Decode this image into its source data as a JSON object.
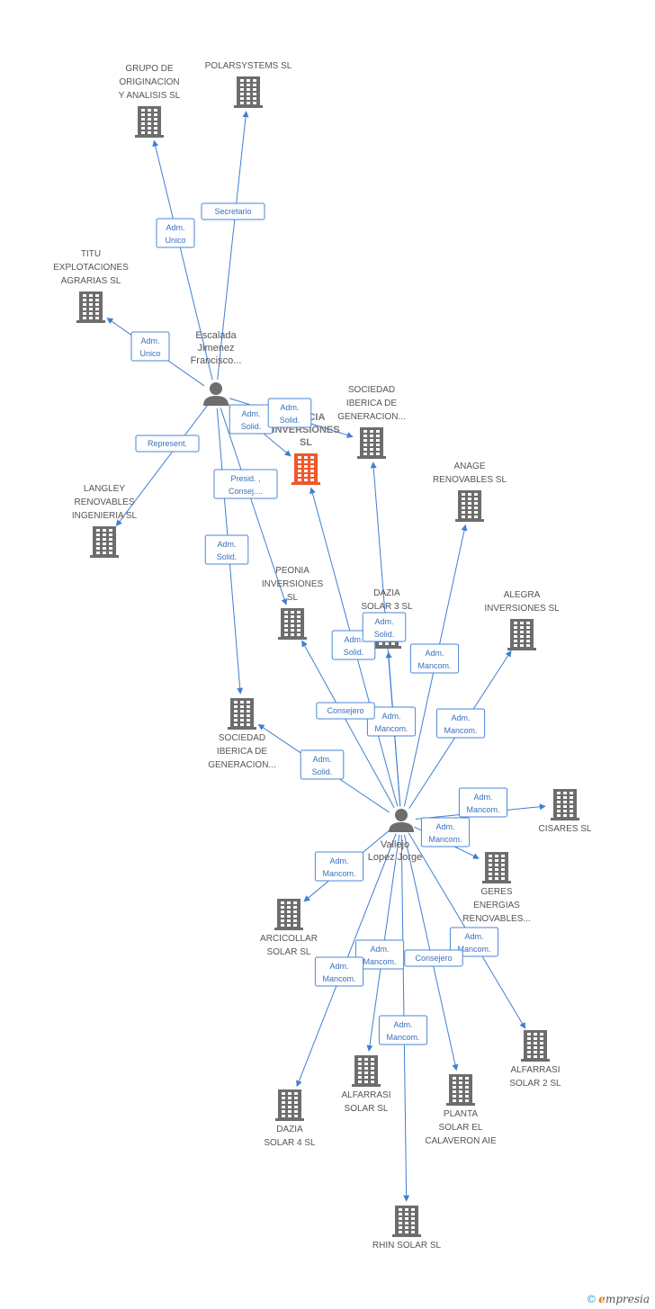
{
  "colors": {
    "edge": "#3e7fd4",
    "building": "#6d6d6d",
    "building_main": "#f0582a",
    "person": "#6d6d6d"
  },
  "people": [
    {
      "id": "p1",
      "lines": [
        "Escalada",
        "Jimenez",
        "Francisco..."
      ]
    },
    {
      "id": "p2",
      "lines": [
        "Vallejo",
        "Lopez Jorge"
      ]
    }
  ],
  "companies": [
    {
      "id": "grupo",
      "lines": [
        "GRUPO DE",
        "ORIGINACION",
        "Y ANALISIS SL"
      ]
    },
    {
      "id": "polar",
      "lines": [
        "POLARSYSTEMS SL"
      ]
    },
    {
      "id": "titu",
      "lines": [
        "TITU",
        "EXPLOTACIONES",
        "AGRARIAS SL"
      ]
    },
    {
      "id": "acacia",
      "lines": [
        "ACACIA",
        "INVERSIONES",
        "SL"
      ],
      "main": true
    },
    {
      "id": "sig1",
      "lines": [
        "SOCIEDAD",
        "IBERICA DE",
        "GENERACION..."
      ]
    },
    {
      "id": "anage",
      "lines": [
        "ANAGE",
        "RENOVABLES SL"
      ]
    },
    {
      "id": "langley",
      "lines": [
        "LANGLEY",
        "RENOVABLES",
        "INGENIERIA SL"
      ]
    },
    {
      "id": "peonia",
      "lines": [
        "PEONIA",
        "INVERSIONES",
        "SL"
      ]
    },
    {
      "id": "dazia3",
      "lines": [
        "DAZIA",
        "SOLAR 3 SL"
      ]
    },
    {
      "id": "alegra",
      "lines": [
        "ALEGRA",
        "INVERSIONES SL"
      ]
    },
    {
      "id": "sig2",
      "lines": [
        "SOCIEDAD",
        "IBERICA DE",
        "GENERACION..."
      ]
    },
    {
      "id": "cisares",
      "lines": [
        "CISARES SL"
      ]
    },
    {
      "id": "geres",
      "lines": [
        "GERES",
        "ENERGIAS",
        "RENOVABLES..."
      ]
    },
    {
      "id": "arcicollar",
      "lines": [
        "ARCICOLLAR",
        "SOLAR  SL"
      ]
    },
    {
      "id": "alfarrasi2",
      "lines": [
        "ALFARRASI",
        "SOLAR 2  SL"
      ]
    },
    {
      "id": "alfarrasi",
      "lines": [
        "ALFARRASI",
        "SOLAR  SL"
      ]
    },
    {
      "id": "planta",
      "lines": [
        "PLANTA",
        "SOLAR EL",
        "CALAVERON AIE"
      ]
    },
    {
      "id": "dazia4",
      "lines": [
        "DAZIA",
        "SOLAR 4 SL"
      ]
    },
    {
      "id": "rhin",
      "lines": [
        "RHIN SOLAR SL"
      ]
    }
  ],
  "relations": [
    {
      "from": "p1",
      "to": "grupo",
      "label": [
        "Adm.",
        "Unico"
      ]
    },
    {
      "from": "p1",
      "to": "polar",
      "label": [
        "Secretario"
      ]
    },
    {
      "from": "p1",
      "to": "titu",
      "label": [
        "Adm.",
        "Unico"
      ]
    },
    {
      "from": "p1",
      "to": "acacia",
      "label": [
        "Adm.",
        "Solid."
      ]
    },
    {
      "from": "p1",
      "to": "sig1",
      "label": [
        "Adm.",
        "Solid."
      ]
    },
    {
      "from": "p1",
      "to": "langley",
      "label": [
        "Represent."
      ]
    },
    {
      "from": "p1",
      "to": "peonia",
      "label": [
        "Presid. ,",
        "Consej...."
      ]
    },
    {
      "from": "p1",
      "to": "sig2",
      "label": [
        "Adm.",
        "Solid."
      ]
    },
    {
      "from": "p2",
      "to": "acacia",
      "label": [
        "Adm.",
        "Solid."
      ]
    },
    {
      "from": "p2",
      "to": "sig1",
      "label": [
        "Adm.",
        "Solid."
      ]
    },
    {
      "from": "p2",
      "to": "dazia3",
      "label": [
        "Adm.",
        "Mancom."
      ]
    },
    {
      "from": "p2",
      "to": "anage",
      "label": [
        "Adm.",
        "Mancom."
      ]
    },
    {
      "from": "p2",
      "to": "alegra",
      "label": [
        "Adm.",
        "Mancom."
      ]
    },
    {
      "from": "p2",
      "to": "peonia",
      "label": [
        "Consejero"
      ]
    },
    {
      "from": "p2",
      "to": "sig2",
      "label": [
        "Adm.",
        "Solid."
      ]
    },
    {
      "from": "p2",
      "to": "cisares",
      "label": [
        "Adm.",
        "Mancom."
      ]
    },
    {
      "from": "p2",
      "to": "geres",
      "label": [
        "Adm.",
        "Mancom."
      ]
    },
    {
      "from": "p2",
      "to": "arcicollar",
      "label": [
        "Adm.",
        "Mancom."
      ]
    },
    {
      "from": "p2",
      "to": "alfarrasi2",
      "label": [
        "Adm.",
        "Mancom."
      ]
    },
    {
      "from": "p2",
      "to": "alfarrasi",
      "label": [
        "Adm.",
        "Mancom."
      ]
    },
    {
      "from": "p2",
      "to": "planta",
      "label": [
        "Consejero"
      ]
    },
    {
      "from": "p2",
      "to": "dazia4",
      "label": [
        "Adm.",
        "Mancom."
      ]
    },
    {
      "from": "p2",
      "to": "rhin",
      "label": [
        "Adm.",
        "Mancom."
      ]
    }
  ],
  "footer": {
    "copyright": "©",
    "brand_e": "e",
    "brand_rest": "mpresia"
  }
}
